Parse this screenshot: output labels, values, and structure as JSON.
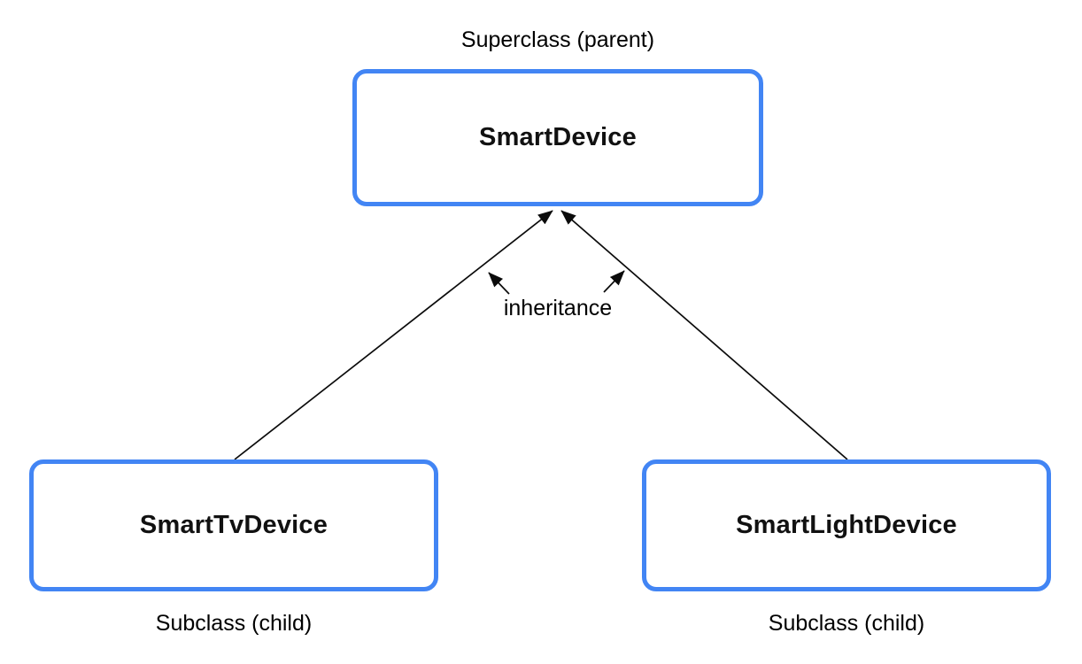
{
  "diagram": {
    "superclass": {
      "name": "SmartDevice",
      "caption": "Superclass (parent)"
    },
    "subclasses": [
      {
        "name": "SmartTvDevice",
        "caption": "Subclass (child)"
      },
      {
        "name": "SmartLightDevice",
        "caption": "Subclass (child)"
      }
    ],
    "relationship_label": "inheritance",
    "colors": {
      "box_border": "#4285F4",
      "arrow": "#0b0b0b",
      "text": "#000000",
      "background": "#FFFFFF"
    }
  }
}
